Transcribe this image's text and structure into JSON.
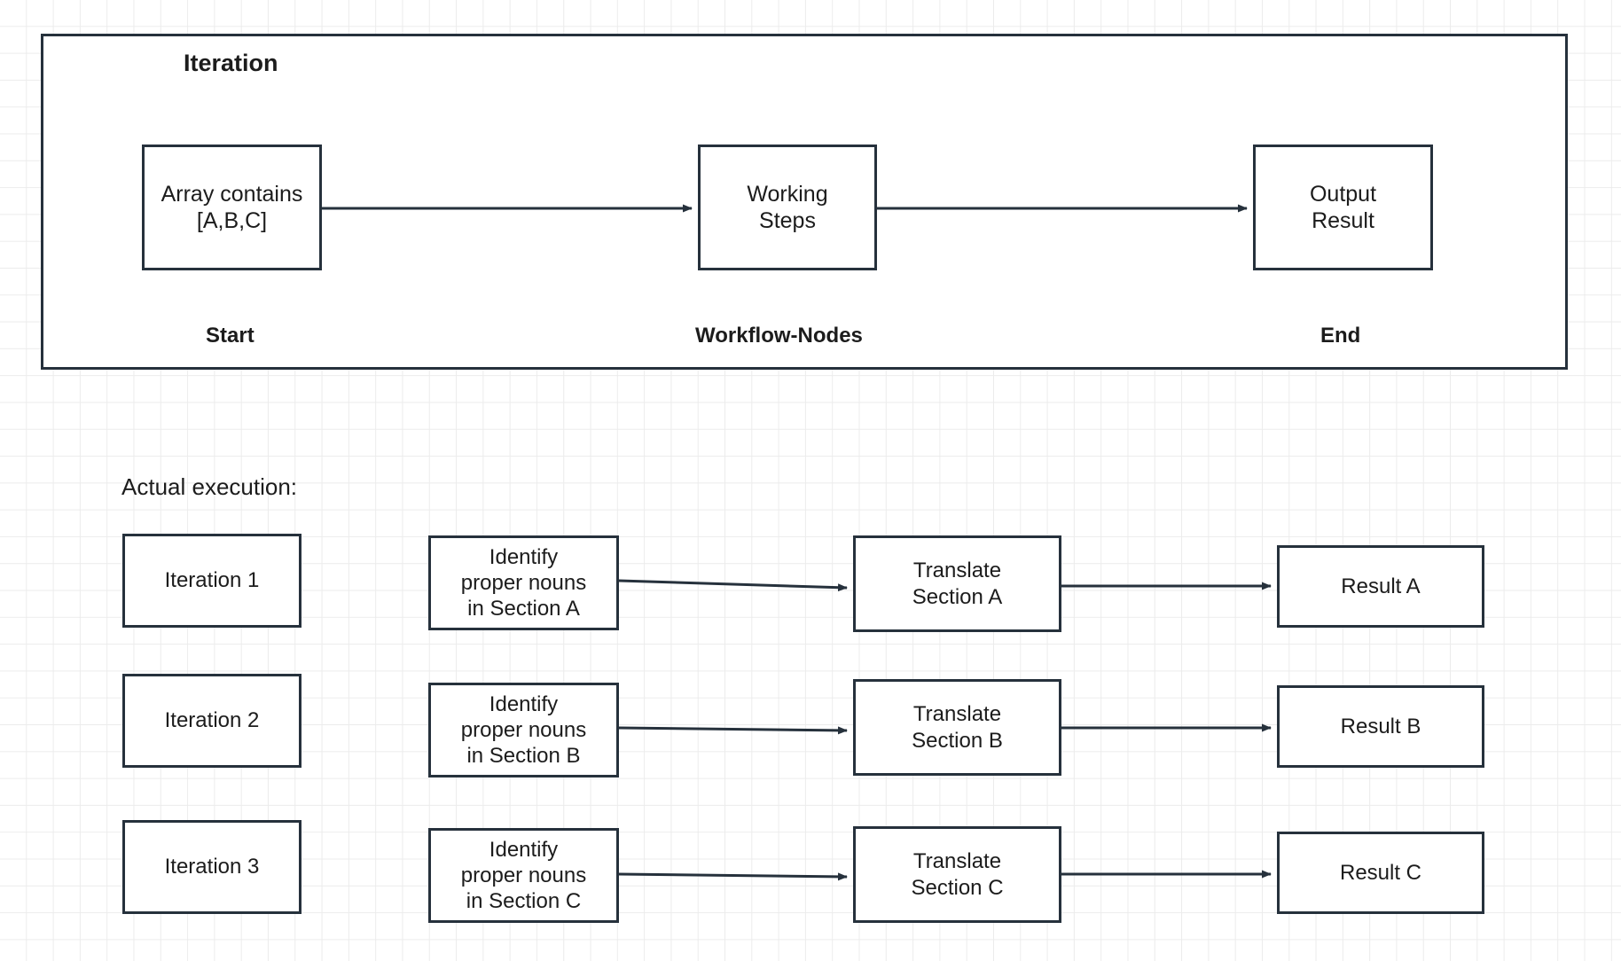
{
  "diagram": {
    "iteration_container": {
      "title": "Iteration",
      "nodes": [
        {
          "id": "start-node",
          "label": "Array contains\n[A,B,C]"
        },
        {
          "id": "working-steps-node",
          "label": "Working\nSteps"
        },
        {
          "id": "output-result-node",
          "label": "Output\nResult"
        }
      ],
      "phase_labels": [
        "Start",
        "Workflow-Nodes",
        "End"
      ]
    },
    "actual_execution": {
      "heading": "Actual execution:",
      "rows": [
        {
          "iteration_label": "Iteration 1",
          "identify_label": "Identify\nproper nouns\nin Section A",
          "translate_label": "Translate\nSection A",
          "result_label": "Result A"
        },
        {
          "iteration_label": "Iteration 2",
          "identify_label": "Identify\nproper nouns\nin Section B",
          "translate_label": "Translate\nSection B",
          "result_label": "Result B"
        },
        {
          "iteration_label": "Iteration 3",
          "identify_label": "Identify\nproper nouns\nin Section C",
          "translate_label": "Translate\nSection C",
          "result_label": "Result C"
        }
      ]
    },
    "colors": {
      "stroke": "#26313c",
      "text": "#1c1c1c",
      "grid": "#ececec",
      "background": "#ffffff"
    }
  }
}
